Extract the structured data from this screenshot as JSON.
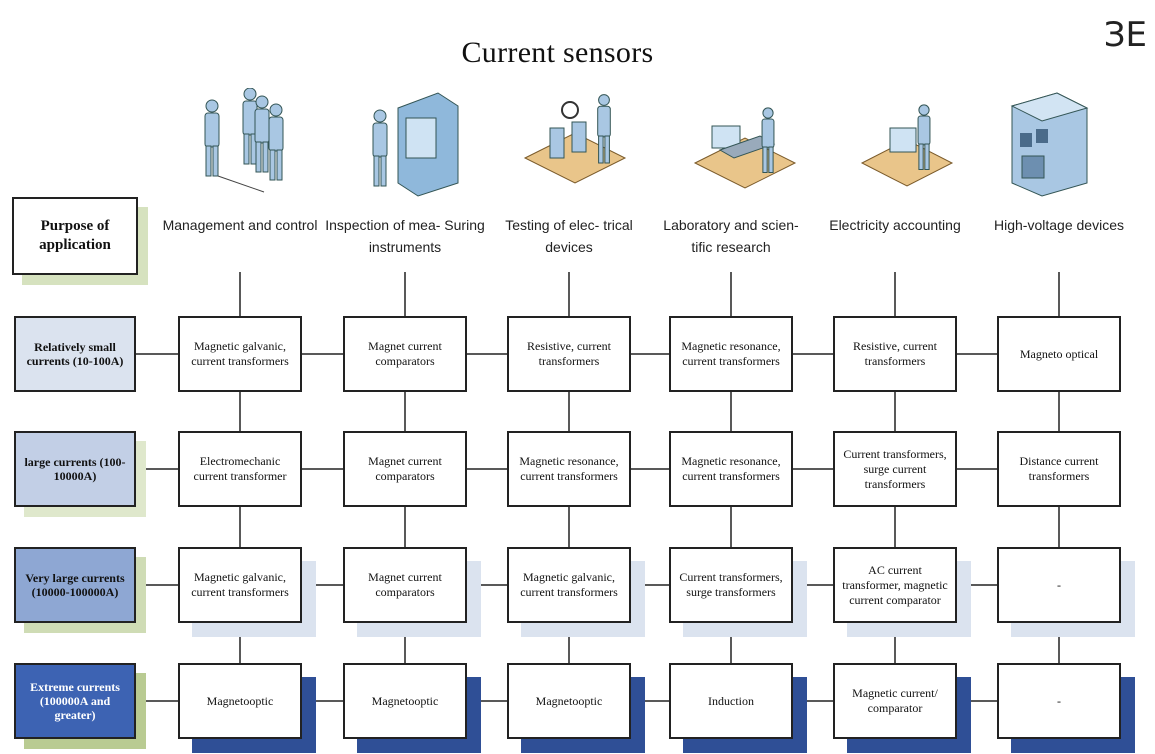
{
  "title": "Current sensors",
  "corner_logo": "ЗЕ",
  "purpose_label": "Purpose of application",
  "columns": [
    {
      "label": "Management and control",
      "icon": "team-people-icon"
    },
    {
      "label": "Inspection of mea- Suring instruments",
      "icon": "operator-cabinet-icon"
    },
    {
      "label": "Testing of elec- trical devices",
      "icon": "testing-bench-icon"
    },
    {
      "label": "Laboratory and scien- tific research",
      "icon": "lab-desk-icon"
    },
    {
      "label": "Electricity accounting",
      "icon": "accountant-desk-icon"
    },
    {
      "label": "High-voltage devices",
      "icon": "hv-cabinet-icon"
    }
  ],
  "rows": [
    {
      "label": "Relatively small currents (10-100A)",
      "cells": [
        "Magnetic galvanic, current transformers",
        "Magnet current comparators",
        "Resistive, current transformers",
        "Magnetic resonance, current transformers",
        "Resistive, current transformers",
        "Magneto optical"
      ]
    },
    {
      "label": "large currents (100-10000A)",
      "cells": [
        "Electromechanic current transformer",
        "Magnet current comparators",
        "Magnetic resonance, current transformers",
        "Magnetic resonance, current transformers",
        "Current transformers, surge current transformers",
        "Distance current transformers"
      ]
    },
    {
      "label": "Very large currents (10000-100000A)",
      "cells": [
        "Magnetic galvanic, current transformers",
        "Magnet current comparators",
        "Magnetic galvanic, current transformers",
        "Current transformers, surge transformers",
        "AC current transformer, magnetic current comparator",
        "-"
      ]
    },
    {
      "label": "Extreme currents (100000A and greater)",
      "cells": [
        "Magnetooptic",
        "Magnetooptic",
        "Magnetooptic",
        "Induction",
        "Magnetic current/ comparator",
        "-"
      ]
    }
  ],
  "colors": {
    "row_head_fills": [
      "#dbe3ef",
      "#c2cfe6",
      "#8ea7d3",
      "#3d63b3"
    ],
    "row_head_shadows": [
      "#ffffff",
      "#dfe8cc",
      "#cfdcb5",
      "#b9cb92"
    ],
    "cell_shadow_light": "#dbe3ef",
    "cell_shadow_dark": "#2f4f96",
    "purpose_shadow": "#d6e2bf",
    "icon_fill": "#a9c7e3",
    "line": "#222222"
  }
}
